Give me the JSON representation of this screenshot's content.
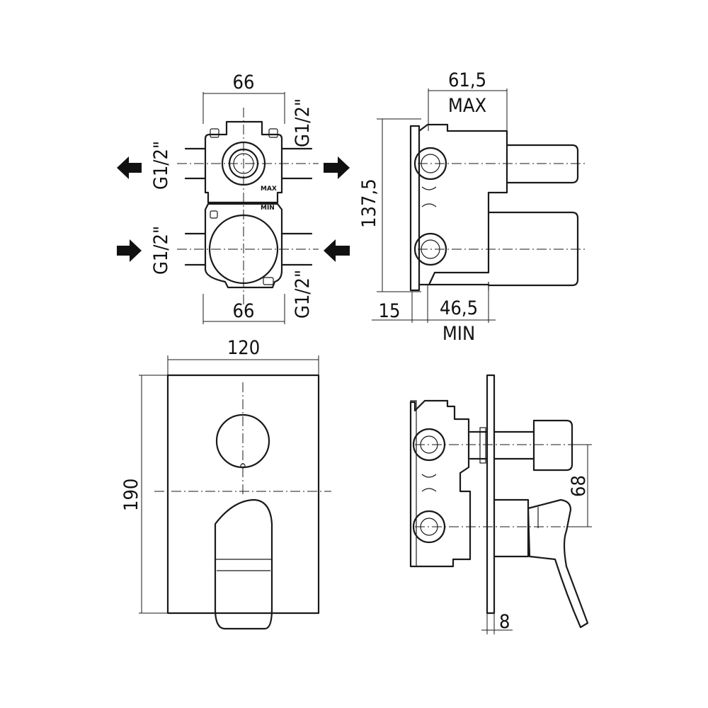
{
  "views": {
    "box_front": {
      "dim_width_top": "66",
      "dim_width_bottom": "66",
      "port_top_left": "G1/2\"",
      "port_top_right": "G1/2\"",
      "port_bottom_left": "G1/2\"",
      "port_bottom_right": "G1/2\"",
      "mark_max": "MAX",
      "mark_min": "MIN"
    },
    "box_side": {
      "dim_height": "137,5",
      "dim_max_value": "61,5",
      "dim_max_label": "MAX",
      "dim_min_value": "46,5",
      "dim_min_label": "MIN",
      "dim_offset": "15"
    },
    "plate_front": {
      "dim_width": "120",
      "dim_height": "190"
    },
    "assembly_side": {
      "dim_spacing": "68",
      "dim_plate": "8"
    }
  }
}
